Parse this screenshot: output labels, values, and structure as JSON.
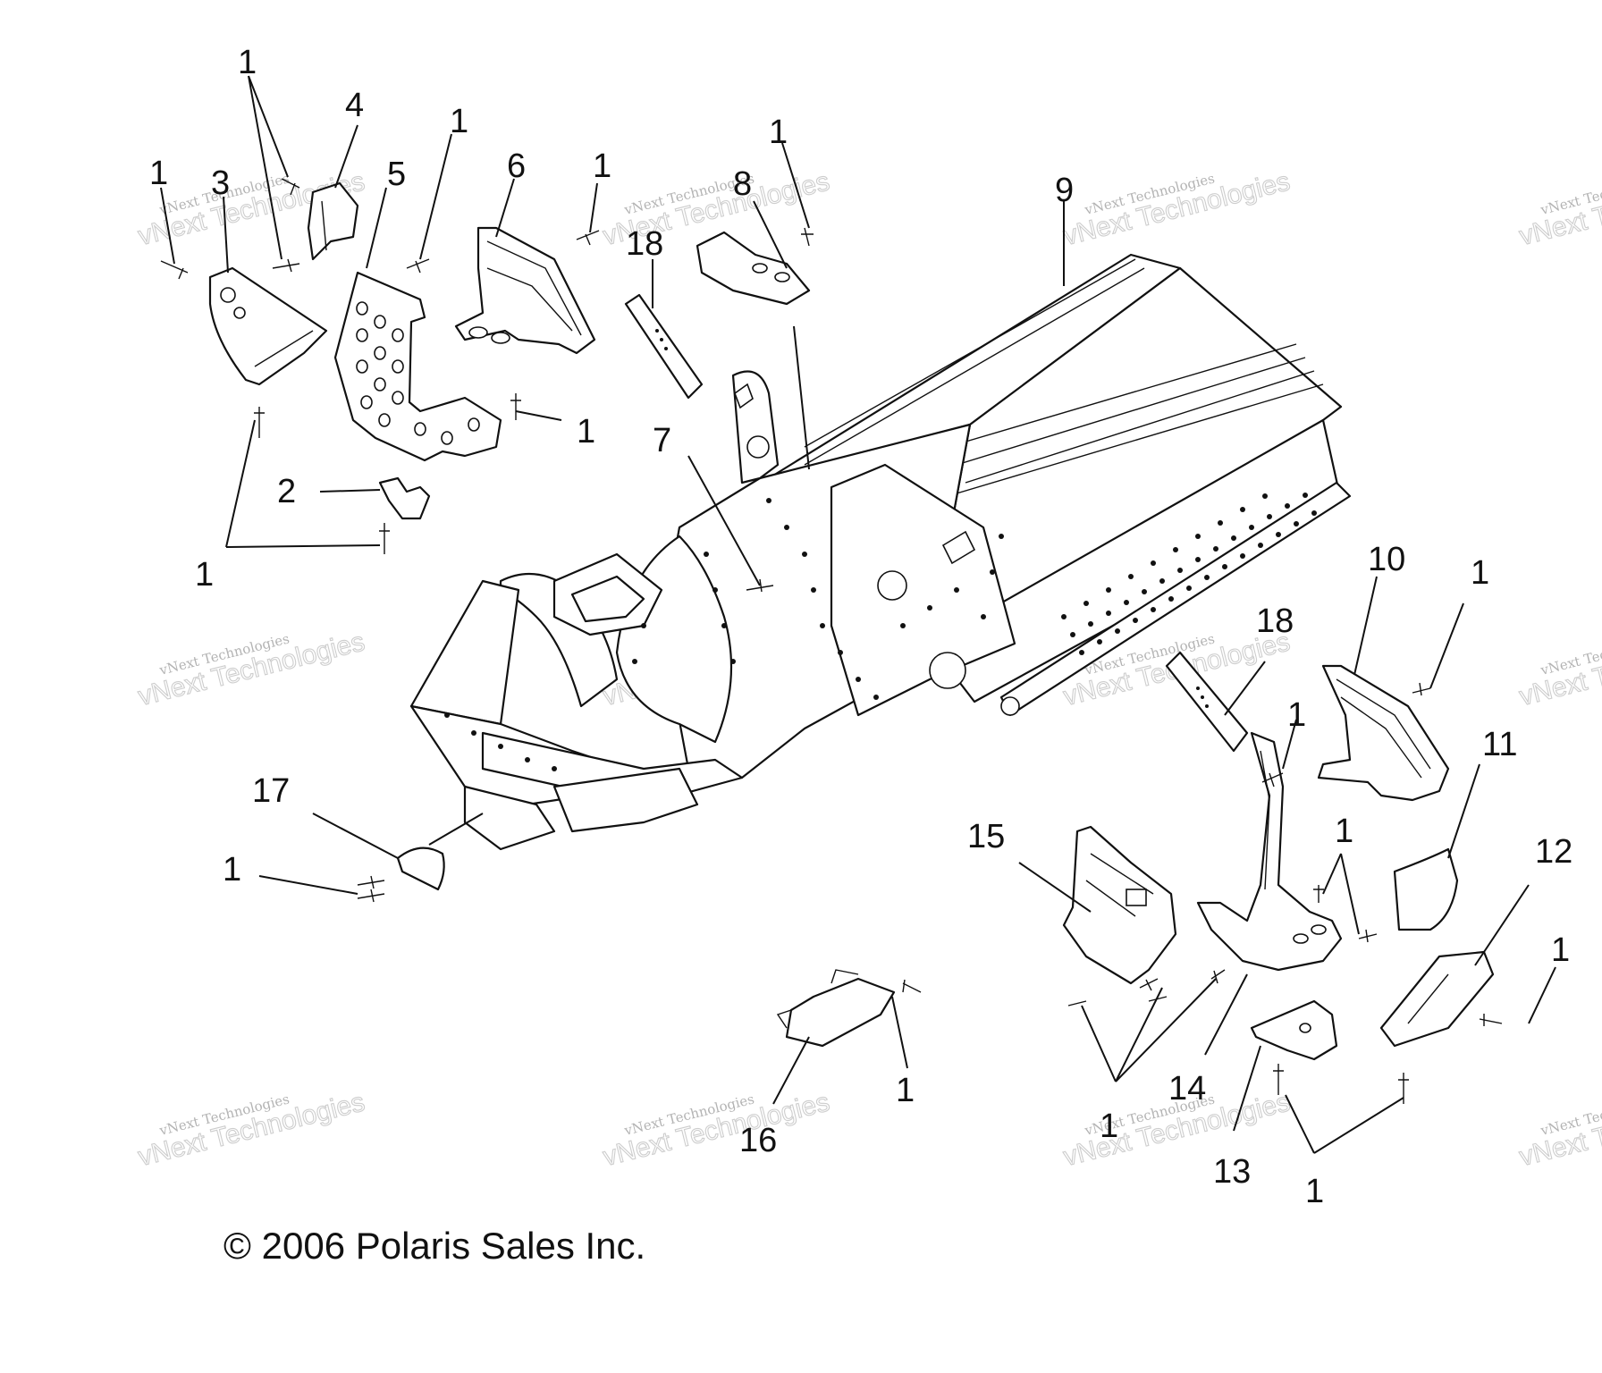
{
  "callouts": [
    {
      "id": "c1a",
      "text": "1"
    },
    {
      "id": "c4",
      "text": "4"
    },
    {
      "id": "c1b",
      "text": "1"
    },
    {
      "id": "c3",
      "text": "3"
    },
    {
      "id": "c5",
      "text": "5"
    },
    {
      "id": "c1c",
      "text": "1"
    },
    {
      "id": "c6",
      "text": "6"
    },
    {
      "id": "c1d",
      "text": "1"
    },
    {
      "id": "c8",
      "text": "8"
    },
    {
      "id": "c1e",
      "text": "1"
    },
    {
      "id": "c9",
      "text": "9"
    },
    {
      "id": "c18a",
      "text": "18"
    },
    {
      "id": "c1f",
      "text": "1"
    },
    {
      "id": "c7",
      "text": "7"
    },
    {
      "id": "c2",
      "text": "2"
    },
    {
      "id": "c1g",
      "text": "1"
    },
    {
      "id": "c10",
      "text": "10"
    },
    {
      "id": "c1h",
      "text": "1"
    },
    {
      "id": "c18b",
      "text": "18"
    },
    {
      "id": "c11",
      "text": "11"
    },
    {
      "id": "c1i",
      "text": "1"
    },
    {
      "id": "c17",
      "text": "17"
    },
    {
      "id": "c1j",
      "text": "1"
    },
    {
      "id": "c15",
      "text": "15"
    },
    {
      "id": "c1k",
      "text": "1"
    },
    {
      "id": "c12",
      "text": "12"
    },
    {
      "id": "c1l",
      "text": "1"
    },
    {
      "id": "c1m",
      "text": "1"
    },
    {
      "id": "c14",
      "text": "14"
    },
    {
      "id": "c16",
      "text": "16"
    },
    {
      "id": "c1n",
      "text": "1"
    },
    {
      "id": "c13",
      "text": "13"
    },
    {
      "id": "c1o",
      "text": "1"
    }
  ],
  "copyright": "© 2006 Polaris Sales Inc.",
  "watermark": {
    "small": "vNext Technologies",
    "big": "vNext Technologies"
  }
}
